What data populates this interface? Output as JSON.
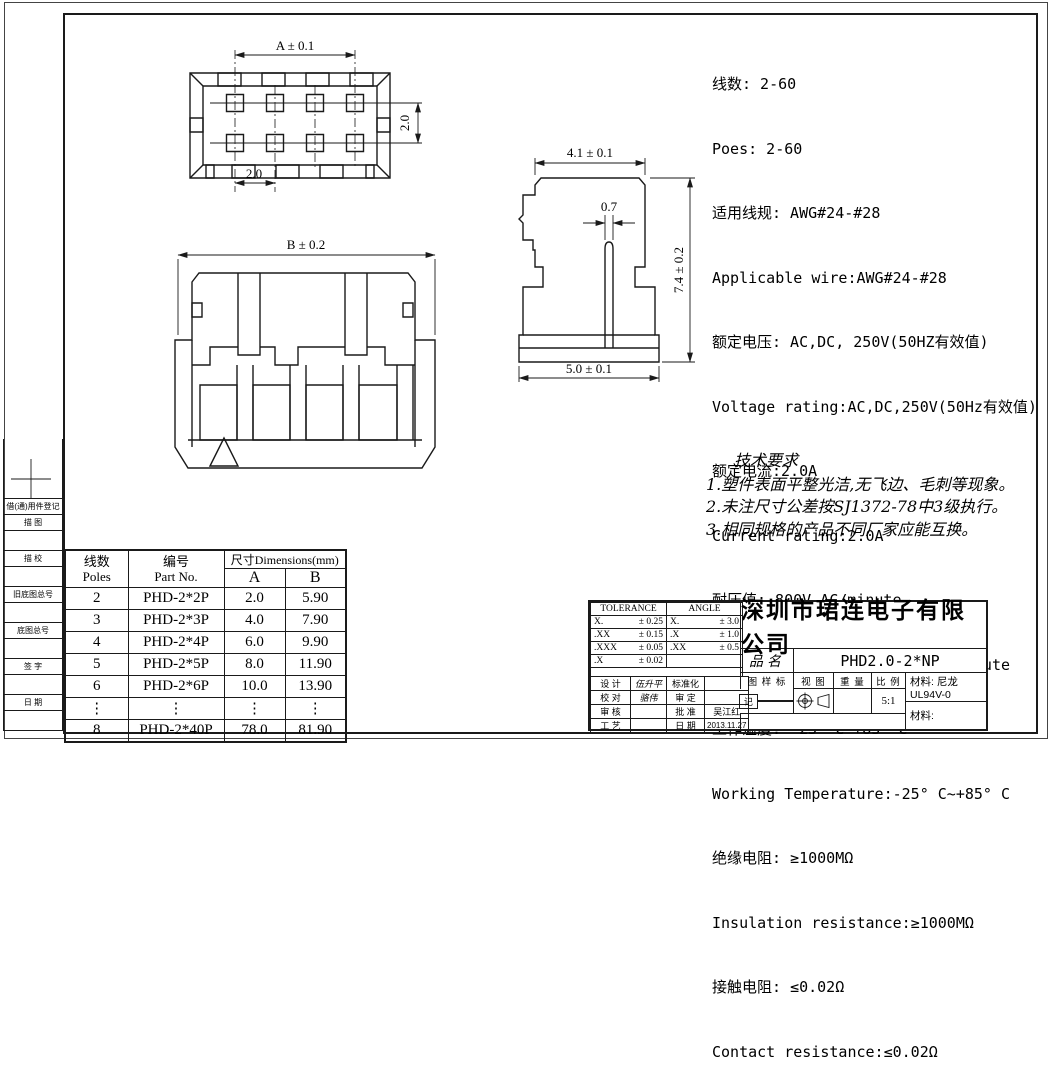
{
  "specs": {
    "lines": [
      "线数: 2-60",
      "Poes: 2-60",
      "适用线规: AWG#24-#28",
      "Applicable wire:AWG#24-#28",
      "额定电压: AC,DC, 250V(50HZ有效值)",
      "Voltage rating:AC,DC,250V(50Hz有效值)",
      "额定电流:2.0A",
      "Current rating:2.0A",
      "耐压值: 800V AC/minute",
      "Withstangd voltage:800V AC/minute",
      "工作温度: -25° C~+85° C",
      "Working Temperature:-25° C~+85° C",
      "绝缘电阻: ≥1000MΩ",
      "Insulation resistance:≥1000MΩ",
      "接触电阻: ≤0.02Ω",
      "Contact resistance:≤0.02Ω"
    ]
  },
  "tech": {
    "title": "技术要求",
    "items": [
      "1.塑件表面平整光洁,无飞边、毛刺等现象。",
      "2.未注尺寸公差按SJ1372-78中3级执行。",
      "3.相同规格的产品不同厂家应能互换。"
    ]
  },
  "views": {
    "top": {
      "dim_a": "A ± 0.1",
      "dim_row_pitch": "2.0",
      "dim_col_pitch": "2.0"
    },
    "front": {
      "dim_b": "B ± 0.2"
    },
    "side": {
      "dim_top_width": "4.1 ± 0.1",
      "dim_slot": "0.7",
      "dim_height": "7.4 ± 0.2",
      "dim_bottom_width": "5.0 ± 0.1"
    }
  },
  "sidebar": {
    "items": [
      "借(通)用件登记",
      "描  图",
      "描  校",
      "旧底图总号",
      "底图总号",
      "签  字",
      "日  期"
    ]
  },
  "poles_table": {
    "headers": {
      "poles_cn": "线数",
      "poles_en": "Poles",
      "part_cn": "编号",
      "part_en": "Part No.",
      "dims": "尺寸Dimensions(mm)",
      "a": "A",
      "b": "B"
    },
    "rows": [
      [
        "2",
        "PHD-2*2P",
        "2.0",
        "5.90"
      ],
      [
        "3",
        "PHD-2*3P",
        "4.0",
        "7.90"
      ],
      [
        "4",
        "PHD-2*4P",
        "6.0",
        "9.90"
      ],
      [
        "5",
        "PHD-2*5P",
        "8.0",
        "11.90"
      ],
      [
        "6",
        "PHD-2*6P",
        "10.0",
        "13.90"
      ],
      [
        "⋮",
        "⋮",
        "⋮",
        "⋮"
      ],
      [
        "8",
        "PHD-2*40P",
        "78.0",
        "81.90"
      ]
    ]
  },
  "title_block": {
    "tolerance_header": "TOLERANCE",
    "angle_header": "ANGLE",
    "tolerance_rows": [
      {
        "t1": "X.",
        "v1": "± 0.25",
        "t2": "X.",
        "v2": "± 3.0"
      },
      {
        "t1": ".XX",
        "v1": "± 0.15",
        "t2": ".X",
        "v2": "± 1.0"
      },
      {
        "t1": ".XXX",
        "v1": "± 0.05",
        "t2": ".XX",
        "v2": "± 0.5"
      },
      {
        "t1": ".X",
        "v1": "± 0.02",
        "t2": "",
        "v2": ""
      }
    ],
    "sign_rows": [
      {
        "l1": "设 计",
        "v1": "伍升平",
        "l2": "标准化",
        "v2": ""
      },
      {
        "l1": "校 对",
        "v1": "骆伟",
        "l2": "审 定",
        "v2": ""
      },
      {
        "l1": "审 核",
        "v1": "",
        "l2": "批 准",
        "v2": "吴江红"
      },
      {
        "l1": "工 艺",
        "v1": "",
        "l2": "日 期",
        "v2": "2013.11.27"
      }
    ],
    "company": "深圳市珺连电子有限公司",
    "product_label": "品名",
    "product_name": "PHD2.0-2*NP",
    "mark_label": "图 样 标",
    "mark_label2": "记",
    "view_label": "视 图",
    "weight_label": "重 量",
    "scale_label": "比 例",
    "scale_value": "5:1",
    "material1": "材料: 尼龙 UL94V-0",
    "material2": "材料:"
  },
  "colors": {
    "line": "#1a1a1a",
    "background": "#ffffff"
  }
}
